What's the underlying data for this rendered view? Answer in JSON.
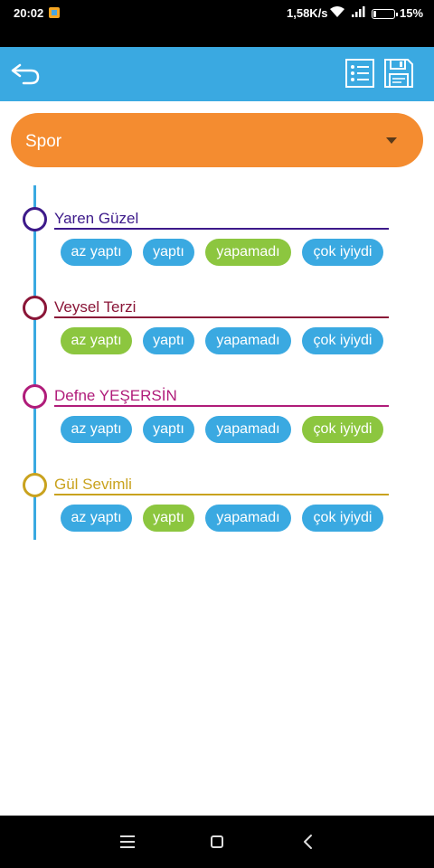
{
  "status_bar": {
    "time": "20:02",
    "speed": "1,58K/s",
    "battery_percent": "15%",
    "battery_level": 0.15
  },
  "app_bar": {
    "back_icon": "back-arrow-icon",
    "list_icon": "checklist-icon",
    "save_icon": "save-icon",
    "color": "#3aa9e1"
  },
  "dropdown": {
    "selected": "Spor",
    "color": "#f48c30"
  },
  "options": [
    "az yaptı",
    "yaptı",
    "yapamadı",
    "çok iyiydi"
  ],
  "colors": {
    "pill_default": "#3aa9e1",
    "pill_selected": "#8cc63f"
  },
  "students": [
    {
      "name": "Yaren Güzel",
      "color": "#3d1a8a",
      "selected_index": 2
    },
    {
      "name": "Veysel Terzi",
      "color": "#8a1537",
      "selected_index": 0
    },
    {
      "name": "Defne YEŞERSİN",
      "color": "#b01c7a",
      "selected_index": 3
    },
    {
      "name": "Gül Sevimli",
      "color": "#c9a21e",
      "selected_index": 1
    }
  ]
}
